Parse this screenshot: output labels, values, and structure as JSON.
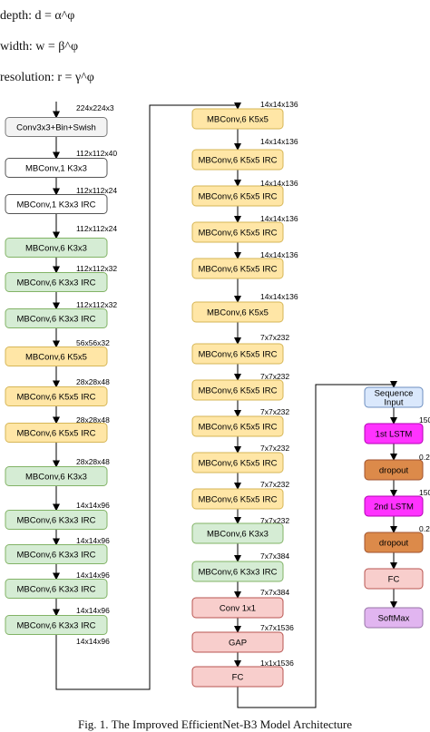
{
  "equations": {
    "depth": "depth: d = α^φ",
    "width": "width: w = β^φ",
    "resolution": "resolution: r = γ^φ"
  },
  "caption": "Fig. 1.   The Improved EfficientNet-B3 Model Architecture",
  "colors": {
    "gray_fill": "#f3f3f3",
    "gray_stroke": "#7a7a7a",
    "white_fill": "#ffffff",
    "white_stroke": "#555555",
    "green_fill": "#d5ecd4",
    "green_stroke": "#82b366",
    "yellow_fill": "#ffe6a6",
    "yellow_stroke": "#d6b656",
    "red_fill": "#f8cecc",
    "red_stroke": "#b85450",
    "blue_fill": "#dae8fc",
    "blue_stroke": "#6c8ebf",
    "magenta_fill": "#ff33ff",
    "magenta_stroke": "#b300b3",
    "orange_fill": "#dc8a4a",
    "orange_stroke": "#a0522d",
    "purple_fill": "#e1b5f0",
    "purple_stroke": "#9673a6"
  },
  "columns": {
    "col1": {
      "blocks": [
        {
          "label": "Conv3x3+Bin+Swish",
          "style": "gray"
        },
        {
          "label": "MBConv,1 K3x3",
          "style": "white"
        },
        {
          "label": "MBConv,1 K3x3 IRC",
          "style": "white"
        },
        {
          "label": "MBConv,6 K3x3",
          "style": "green"
        },
        {
          "label": "MBConv,6 K3x3 IRC",
          "style": "green"
        },
        {
          "label": "MBConv,6 K3x3 IRC",
          "style": "green"
        },
        {
          "label": "MBConv,6 K5x5",
          "style": "yellow"
        },
        {
          "label": "MBConv,6 K5x5 IRC",
          "style": "yellow"
        },
        {
          "label": "MBConv,6 K5x5 IRC",
          "style": "yellow"
        },
        {
          "label": "MBConv,6 K3x3",
          "style": "green"
        },
        {
          "label": "MBConv,6 K3x3 IRC",
          "style": "green"
        },
        {
          "label": "MBConv,6 K3x3 IRC",
          "style": "green"
        },
        {
          "label": "MBConv,6 K3x3 IRC",
          "style": "green"
        },
        {
          "label": "MBConv,6 K3x3 IRC",
          "style": "green"
        }
      ],
      "dims": [
        "224x224x3",
        "112x112x40",
        "112x112x24",
        "112x112x24",
        "112x112x32",
        "112x112x32",
        "56x56x32",
        "28x28x48",
        "28x28x48",
        "28x28x48",
        "14x14x96",
        "14x14x96",
        "14x14x96",
        "14x14x96",
        "14x14x96"
      ]
    },
    "col2": {
      "blocks": [
        {
          "label": "MBConv,6 K5x5",
          "style": "yellow"
        },
        {
          "label": "MBConv,6 K5x5 IRC",
          "style": "yellow"
        },
        {
          "label": "MBConv,6 K5x5 IRC",
          "style": "yellow"
        },
        {
          "label": "MBConv,6 K5x5 IRC",
          "style": "yellow"
        },
        {
          "label": "MBConv,6 K5x5 IRC",
          "style": "yellow"
        },
        {
          "label": "MBConv,6 K5x5",
          "style": "yellow"
        },
        {
          "label": "MBConv,6 K5x5 IRC",
          "style": "yellow"
        },
        {
          "label": "MBConv,6 K5x5 IRC",
          "style": "yellow"
        },
        {
          "label": "MBConv,6 K5x5 IRC",
          "style": "yellow"
        },
        {
          "label": "MBConv,6 K5x5 IRC",
          "style": "yellow"
        },
        {
          "label": "MBConv,6 K5x5 IRC",
          "style": "yellow"
        },
        {
          "label": "MBConv,6 K3x3",
          "style": "green"
        },
        {
          "label": "MBConv,6 K3x3 IRC",
          "style": "green"
        },
        {
          "label": "Conv 1x1",
          "style": "red"
        },
        {
          "label": "GAP",
          "style": "red"
        },
        {
          "label": "FC",
          "style": "red"
        }
      ],
      "dims": [
        "14x14x136",
        "14x14x136",
        "14x14x136",
        "14x14x136",
        "14x14x136",
        "14x14x136",
        "7x7x232",
        "7x7x232",
        "7x7x232",
        "7x7x232",
        "7x7x232",
        "7x7x232",
        "7x7x384",
        "7x7x384",
        "7x7x1536",
        "1x1x1536"
      ]
    },
    "col3": {
      "blocks": [
        {
          "label": "Sequence Input",
          "style": "blue"
        },
        {
          "label": "1st LSTM",
          "style": "magenta"
        },
        {
          "label": "dropout",
          "style": "orange"
        },
        {
          "label": "2nd LSTM",
          "style": "magenta"
        },
        {
          "label": "dropout",
          "style": "orange"
        },
        {
          "label": "FC",
          "style": "red"
        },
        {
          "label": "SoftMax",
          "style": "purple"
        }
      ],
      "dims": [
        "150",
        "0.2",
        "150",
        "0.2"
      ]
    }
  }
}
